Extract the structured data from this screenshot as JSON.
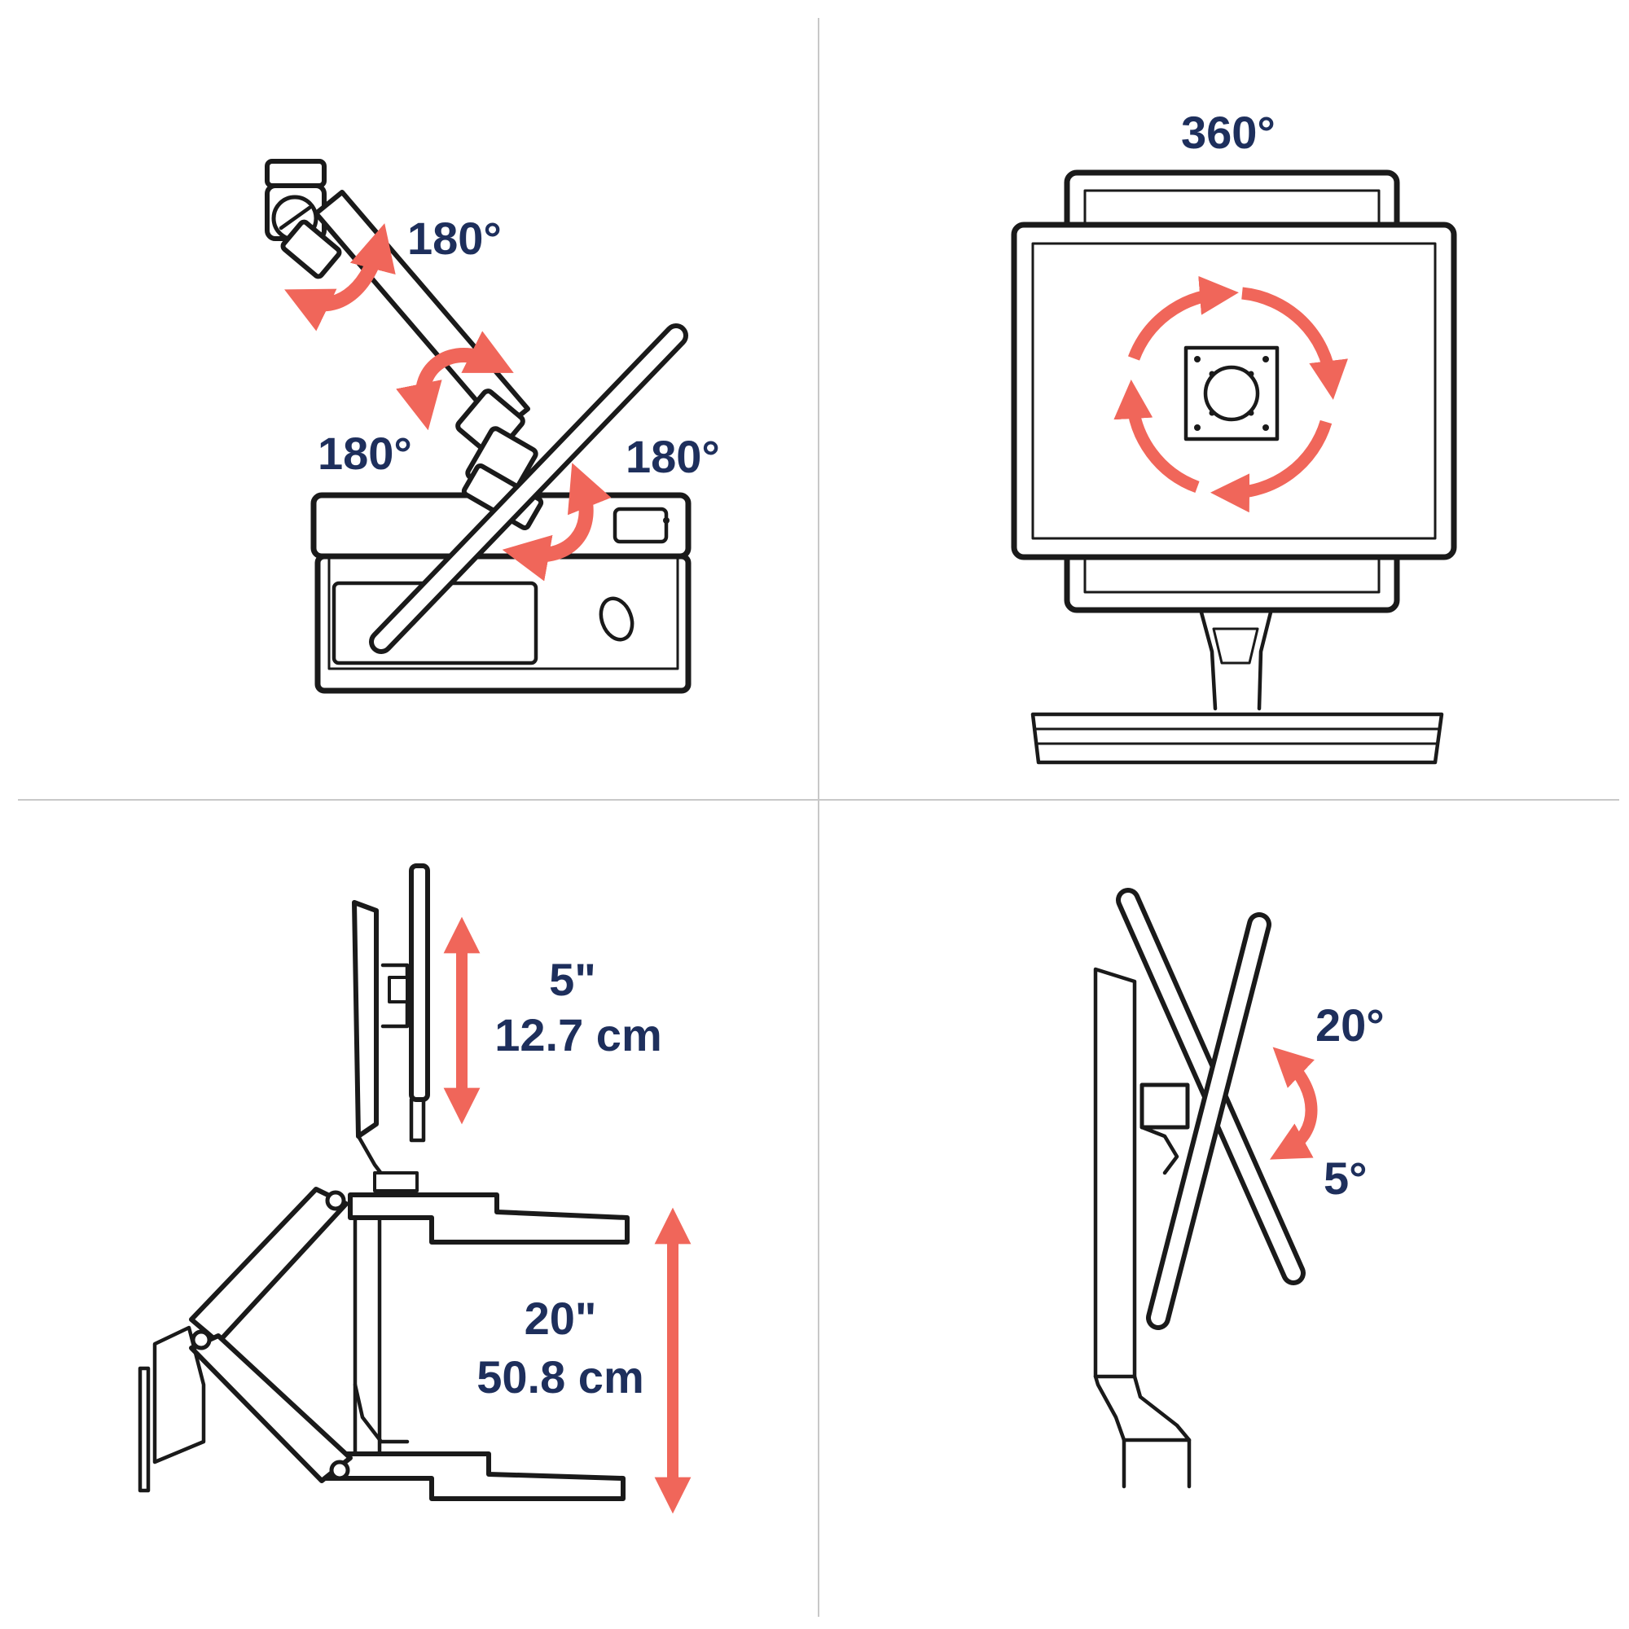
{
  "colors": {
    "label": "#1e2f5c",
    "accent_arrow": "#f0665a",
    "outline": "#1a1a1a",
    "divider": "#c8c8c8",
    "background": "#ffffff"
  },
  "panels": {
    "top_left": {
      "label_top": "180°",
      "label_left": "180°",
      "label_right": "180°"
    },
    "top_right": {
      "label_rotation": "360°"
    },
    "bottom_left": {
      "monitor_lift_inches": "5\"",
      "monitor_lift_cm": "12.7 cm",
      "arm_lift_inches": "20\"",
      "arm_lift_cm": "50.8 cm"
    },
    "bottom_right": {
      "tilt_up": "20°",
      "tilt_down": "5°"
    }
  }
}
